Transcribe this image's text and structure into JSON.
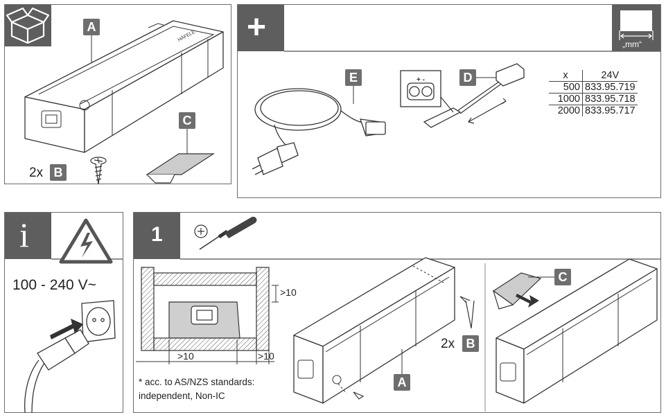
{
  "labels": {
    "A": "A",
    "B": "B",
    "C": "C",
    "D": "D",
    "E": "E"
  },
  "box_panel": {
    "quantity_b": "2x"
  },
  "accessories_panel": {
    "plus_symbol": "+",
    "unit_label": "„mm“",
    "table": {
      "header_x": "x",
      "header_v": "24V",
      "rows": [
        {
          "x": "500",
          "code": "833.95.719"
        },
        {
          "x": "1000",
          "code": "833.95.718"
        },
        {
          "x": "2000",
          "code": "833.95.717"
        }
      ]
    }
  },
  "info_panel": {
    "info_symbol": "i",
    "voltage": "100 - 240 V~"
  },
  "step_panel": {
    "step_number": "1",
    "clearance_top": ">10",
    "clearance_bottom_left": ">10",
    "clearance_bottom_right": ">10",
    "quantity_b": "2x",
    "note_line1": "* acc. to AS/NZS standards:",
    "note_line2": "independent, Non-IC"
  },
  "icons": [
    "box-icon",
    "screw-icon",
    "adhesive-pad-icon",
    "power-cable-icon",
    "connector-cable-icon",
    "dimension-icon",
    "info-icon",
    "electric-hazard-icon",
    "wall-socket-icon",
    "screwdriver-icon"
  ],
  "colors": {
    "tab_dark": "#5e5e5e",
    "label_gray": "#6e6e6e",
    "line": "#333333",
    "panel_border": "#6b6b6b"
  }
}
